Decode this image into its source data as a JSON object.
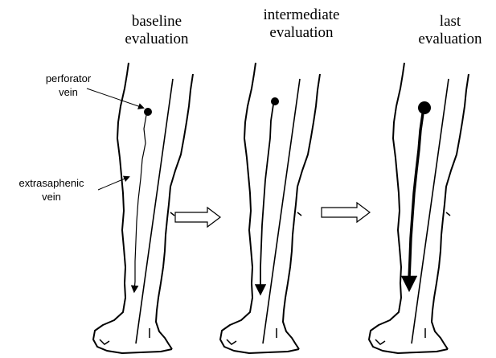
{
  "stages": [
    {
      "title_line1": "baseline",
      "title_line2": "evaluation"
    },
    {
      "title_line1": "intermediate",
      "title_line2": "evaluation"
    },
    {
      "title_line1": "last",
      "title_line2": "evaluation"
    }
  ],
  "annotations": {
    "perforator_line1": "perforator",
    "perforator_line2": "vein",
    "extrasaphenic_line1": "extrasaphenic",
    "extrasaphenic_line2": "vein"
  },
  "colors": {
    "ink": "#000000",
    "background": "#ffffff"
  }
}
